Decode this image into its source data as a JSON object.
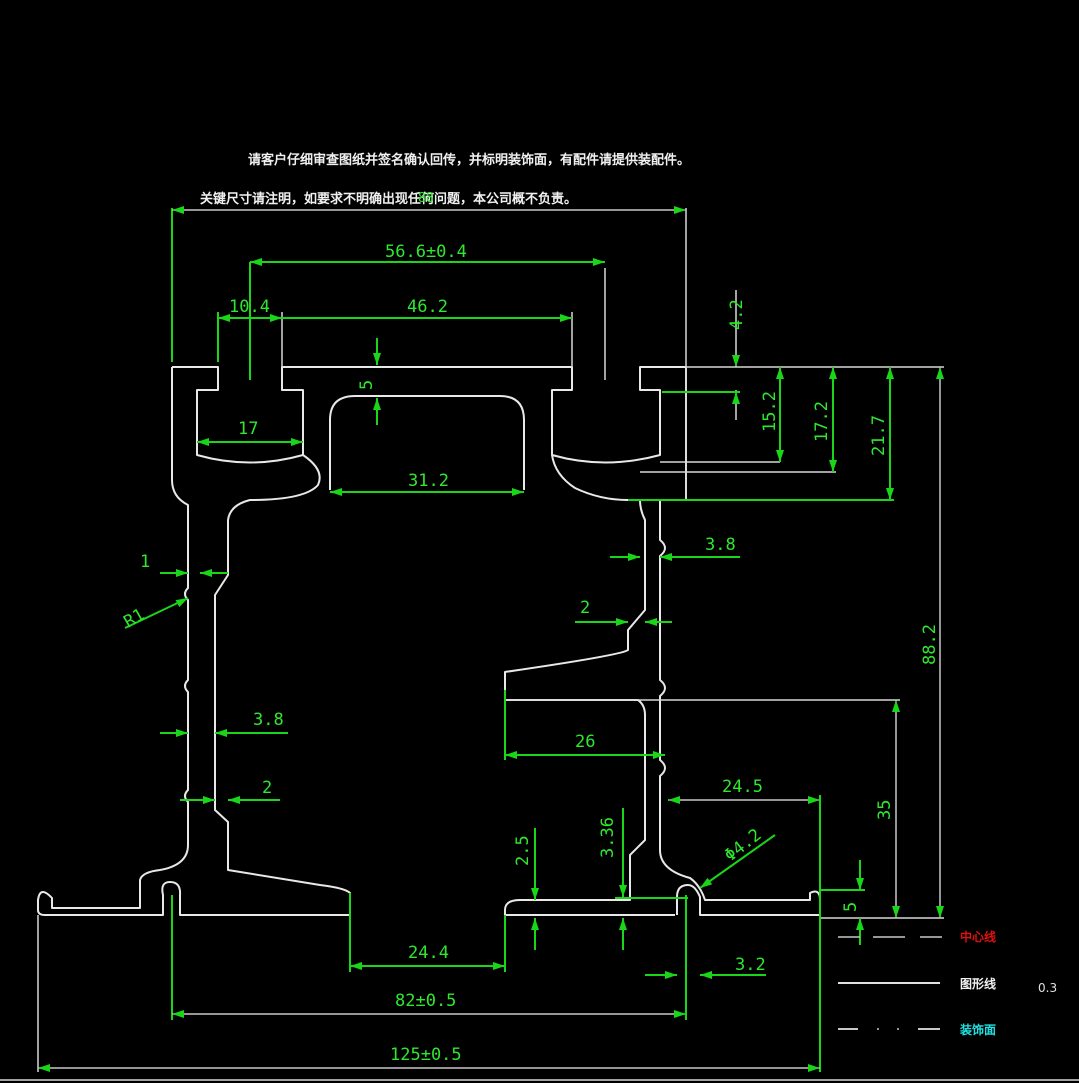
{
  "notes": {
    "line1": "请客户仔细审查图纸并签名确认回传，并标明装饰面，有配件请提供装配件。",
    "line2": "关键尺寸请注明，如要求不明确出现任何问题，本公司概不负责。",
    "overlap_dim": "88"
  },
  "dimensions": {
    "overall_width": "125±0.5",
    "slot_spacing": "82±0.5",
    "top_outer": "56.6±0.4",
    "top_inner": "46.2",
    "top_left_slot": "10.4",
    "top_wall": "5",
    "left_chamber": "17",
    "top_cavity": "31.2",
    "right_top_4_2": "4.2",
    "right_15_2": "15.2",
    "right_17_2": "17.2",
    "right_21_7": "21.7",
    "height_88_2": "88.2",
    "height_35": "35",
    "right_wall_3_8": "3.8",
    "step_2_right": "2",
    "web_26": "26",
    "left_wall_1": "1",
    "radius_r1": "R1",
    "left_wall_3_8": "3.8",
    "left_step_2": "2",
    "foot_24_5": "24.5",
    "bottom_24_4": "24.4",
    "flange_2_5": "2.5",
    "flange_3_36": "3.36",
    "hole_dia": "Φ4.2",
    "slot_3_2": "3.2",
    "foot_height_5": "5"
  },
  "legend": {
    "items": [
      {
        "label": "中心线",
        "color": "#e01010"
      },
      {
        "label": "图形线",
        "color": "#f0f0f0"
      },
      {
        "label": "装饰面",
        "color": "#20e0e0"
      }
    ],
    "line_weight": "0.3"
  },
  "colors": {
    "background": "#000000",
    "profile": "#e8e8e8",
    "dimension": "#19d619"
  }
}
